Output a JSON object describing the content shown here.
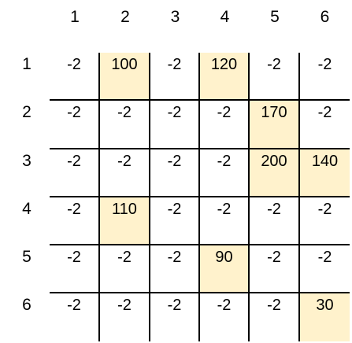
{
  "column_headers": [
    "1",
    "2",
    "3",
    "4",
    "5",
    "6"
  ],
  "row_headers": [
    "1",
    "2",
    "3",
    "4",
    "5",
    "6"
  ],
  "highlight_color": "#fff2cc",
  "grid": [
    [
      "-2",
      "100",
      "-2",
      "120",
      "-2",
      "-2"
    ],
    [
      "-2",
      "-2",
      "-2",
      "-2",
      "170",
      "-2"
    ],
    [
      "-2",
      "-2",
      "-2",
      "-2",
      "200",
      "140"
    ],
    [
      "-2",
      "110",
      "-2",
      "-2",
      "-2",
      "-2"
    ],
    [
      "-2",
      "-2",
      "-2",
      "90",
      "-2",
      "-2"
    ],
    [
      "-2",
      "-2",
      "-2",
      "-2",
      "-2",
      "30"
    ]
  ],
  "highlighted_cells": [
    [
      1,
      2
    ],
    [
      1,
      4
    ],
    [
      2,
      5
    ],
    [
      3,
      5
    ],
    [
      3,
      6
    ],
    [
      4,
      2
    ],
    [
      5,
      4
    ],
    [
      6,
      6
    ]
  ]
}
